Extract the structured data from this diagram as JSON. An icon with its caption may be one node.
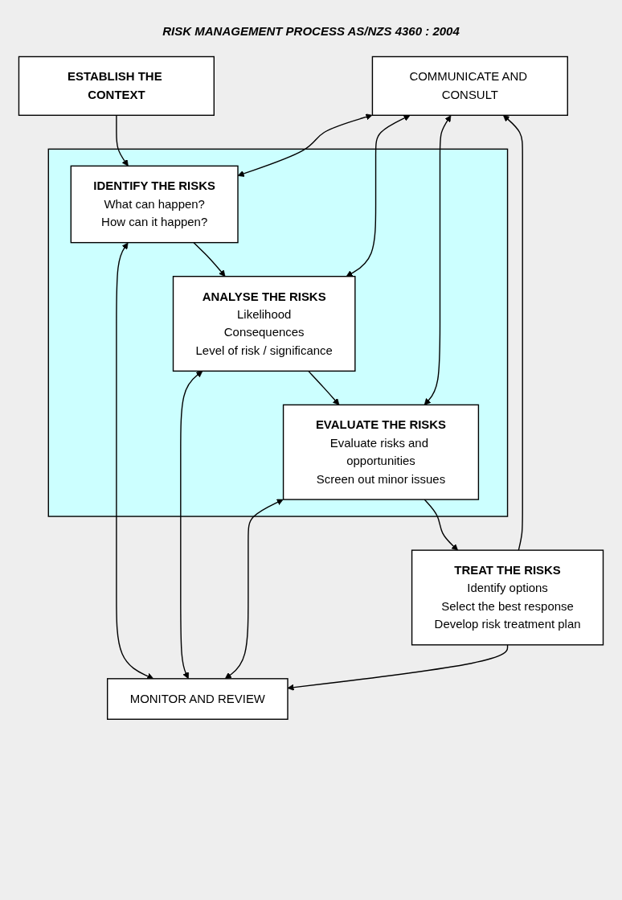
{
  "diagram": {
    "title": "RISK MANAGEMENT PROCESS AS/NZS 4360 : 2004",
    "nodes": [
      {
        "text": [
          "COMMUNICATE AND CONSULT"
        ]
      },
      {
        "text": [
          "ESTABLISH THE CONTEXT"
        ]
      },
      {
        "text": [],
        "shape": "box"
      },
      {
        "text": [
          "IDENTIFY THE RISKS",
          "What can happen?",
          "How can it happen?"
        ],
        "in": 2
      },
      {
        "text": [
          "ANALYSE THE RISKS",
          "Likelihood",
          "Consequences",
          "Level of risk / significance"
        ],
        "in": 2
      },
      {
        "text": [
          "EVALUATE THE RISKS",
          "Evaluate risks and opportunities",
          "Screen out minor issues"
        ],
        "in": 2
      },
      {
        "text": [
          "TREAT THE RISKS",
          "Identify options",
          "Select the best response",
          "Develop risk treatment plan"
        ]
      },
      {
        "text": [
          "MONITOR AND REVIEW"
        ]
      }
    ],
    "edges": [
      {
        "from": 1,
        "to": 3,
        "arrow": "to"
      },
      {
        "from": 3,
        "to": 4,
        "arrow": "to"
      },
      {
        "from": 4,
        "to": 5,
        "arrow": "to"
      },
      {
        "from": 5,
        "to": 6,
        "arrow": "to"
      },
      {
        "from": 0,
        "to": 3,
        "arrow": "both"
      },
      {
        "from": 3,
        "to": 7,
        "arrow": "both"
      },
      {
        "from": 0,
        "to": 4,
        "arrow": "both"
      },
      {
        "from": 4,
        "to": 7,
        "arrow": "both"
      },
      {
        "from": 0,
        "to": 5,
        "arrow": "both"
      },
      {
        "from": 5,
        "to": 7,
        "arrow": "both"
      },
      {
        "from": 6,
        "to": 0,
        "arrow": "to"
      },
      {
        "from": 6,
        "to": 7,
        "arrow": "to"
      }
    ]
  }
}
